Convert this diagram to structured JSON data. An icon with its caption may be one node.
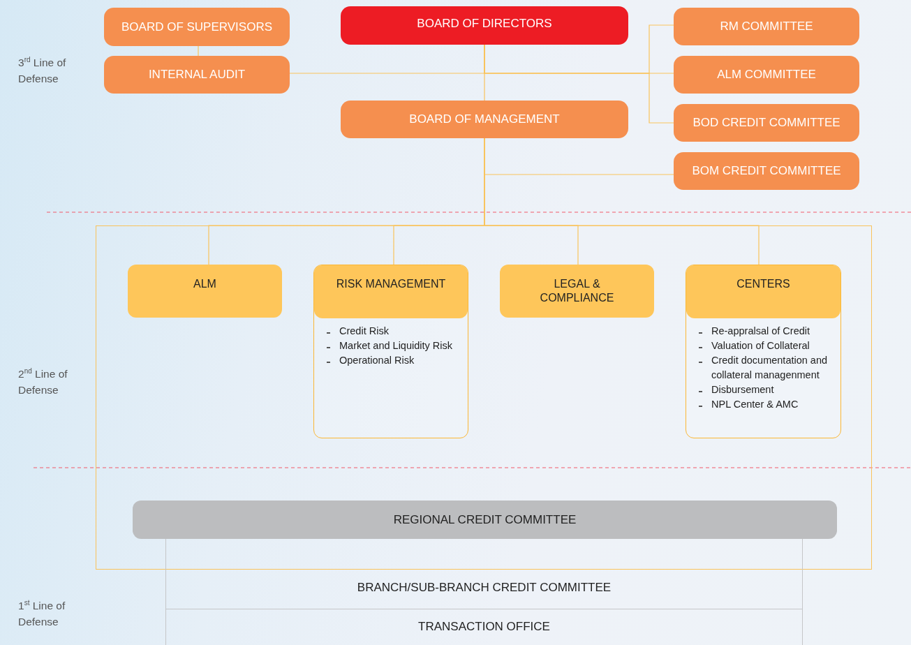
{
  "diagram": {
    "nodes": [
      {
        "text": [
          "BOARD OF SUPERVISORS"
        ]
      },
      {
        "text": [
          "BOARD OF DIRECTORS"
        ]
      },
      {
        "text": [
          "RM COMMITTEE"
        ]
      },
      {
        "text": [
          "INTERNAL AUDIT"
        ]
      },
      {
        "text": [
          "ALM COMMITTEE"
        ]
      },
      {
        "text": [
          "BOARD OF MANAGEMENT"
        ]
      },
      {
        "text": [
          "BOD CREDIT COMMITTEE"
        ]
      },
      {
        "text": [
          "BOM CREDIT COMMITTEE"
        ]
      },
      {
        "text": [],
        "shape": "box"
      },
      {
        "text": [
          "ALM"
        ],
        "in": 8
      },
      {
        "text": [
          "RISK MANAGEMENT",
          "Credit Risk",
          "Market and Liquidity Risk",
          "Operational Risk"
        ],
        "in": 8
      },
      {
        "text": [
          "LEGAL & COMPLIANCE"
        ],
        "in": 8
      },
      {
        "text": [
          "CENTERS",
          "Re-appralsal of Credit",
          "Valuation of Collateral",
          "Credit documentation and collateral managenment",
          "Disbursement",
          "NPL Center & AMC"
        ],
        "in": 8
      },
      {
        "text": [
          "REGIONAL CREDIT COMMITTEE"
        ],
        "in": 8
      },
      {
        "text": [
          "BRANCH/SUB-BRANCH CREDIT COMMITTEE"
        ]
      },
      {
        "text": [
          "TRANSACTION OFFICE"
        ]
      }
    ],
    "edges": [
      {
        "from": 0,
        "to": 3,
        "arrow": "none"
      },
      {
        "from": 1,
        "to": 3,
        "arrow": "none"
      },
      {
        "from": 1,
        "to": 2,
        "arrow": "none"
      },
      {
        "from": 1,
        "to": 4,
        "arrow": "none"
      },
      {
        "from": 1,
        "to": 6,
        "arrow": "none"
      },
      {
        "from": 1,
        "to": 5,
        "arrow": "none"
      },
      {
        "from": 5,
        "to": 7,
        "arrow": "none"
      },
      {
        "from": 5,
        "to": 9,
        "arrow": "none"
      },
      {
        "from": 5,
        "to": 10,
        "arrow": "none"
      },
      {
        "from": 5,
        "to": 11,
        "arrow": "none"
      },
      {
        "from": 5,
        "to": 12,
        "arrow": "none"
      }
    ],
    "labels": [
      "3$^{rd}$ Line of Defense",
      "2$^{nd}$ Line of Defense",
      "1$^{st}$ Line of Defense"
    ]
  }
}
